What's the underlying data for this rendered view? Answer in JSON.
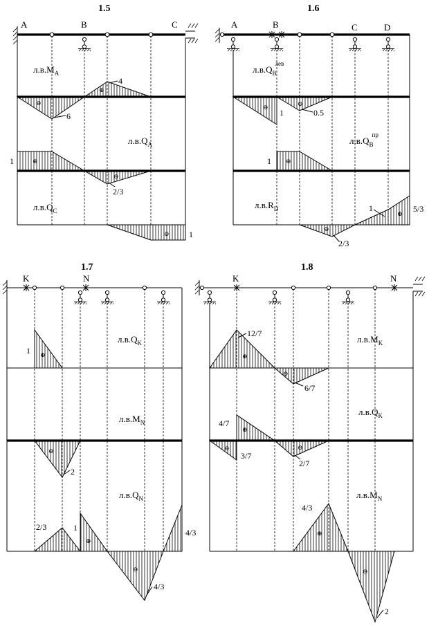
{
  "panels": {
    "p15": {
      "title": "1.5",
      "nodes": {
        "a": "A",
        "b": "B",
        "c": "C"
      },
      "l1": {
        "base": "л.в.M",
        "sub": "A"
      },
      "l2": {
        "base": "л.в.Q",
        "sub": "A"
      },
      "l3": {
        "base": "л.в.Q",
        "sub": "C"
      },
      "v": {
        "v4": "4",
        "v6": "6",
        "v1": "1",
        "v23": "2/3",
        "v1b": "1"
      }
    },
    "p16": {
      "title": "1.6",
      "nodes": {
        "a": "A",
        "b": "B",
        "c": "C",
        "d": "D"
      },
      "l1": {
        "base": "л.в.Q",
        "sub": "B",
        "sup": "лев"
      },
      "l2": {
        "base": "л.в.Q",
        "sub": "B",
        "sup": "пр"
      },
      "l3": {
        "base": "л.в.R",
        "sub": "D"
      },
      "v": {
        "v1": "1",
        "v05": "0.5",
        "v1b": "1",
        "v1c": "1",
        "v53": "5/3",
        "v23": "2/3"
      }
    },
    "p17": {
      "title": "1.7",
      "nodes": {
        "k": "K",
        "n": "N"
      },
      "l1": {
        "base": "л.в.Q",
        "sub": "K"
      },
      "l2": {
        "base": "л.в.M",
        "sub": "N"
      },
      "l3": {
        "base": "л.в.Q",
        "sub": "N"
      },
      "v": {
        "v1": "1",
        "v2": "2",
        "v23": "2/3",
        "v1b": "1",
        "v43": "4/3",
        "v43b": "4/3"
      }
    },
    "p18": {
      "title": "1.8",
      "nodes": {
        "k": "K",
        "n": "N"
      },
      "l1": {
        "base": "л.в.M",
        "sub": "K"
      },
      "l2": {
        "base": "л.в.Q",
        "sub": "K"
      },
      "l3": {
        "base": "л.в.M",
        "sub": "N"
      },
      "v": {
        "v127": "12/7",
        "v67": "6/7",
        "v47": "4/7",
        "v37": "3/7",
        "v27": "2/7",
        "v43": "4/3",
        "v2": "2"
      }
    }
  }
}
